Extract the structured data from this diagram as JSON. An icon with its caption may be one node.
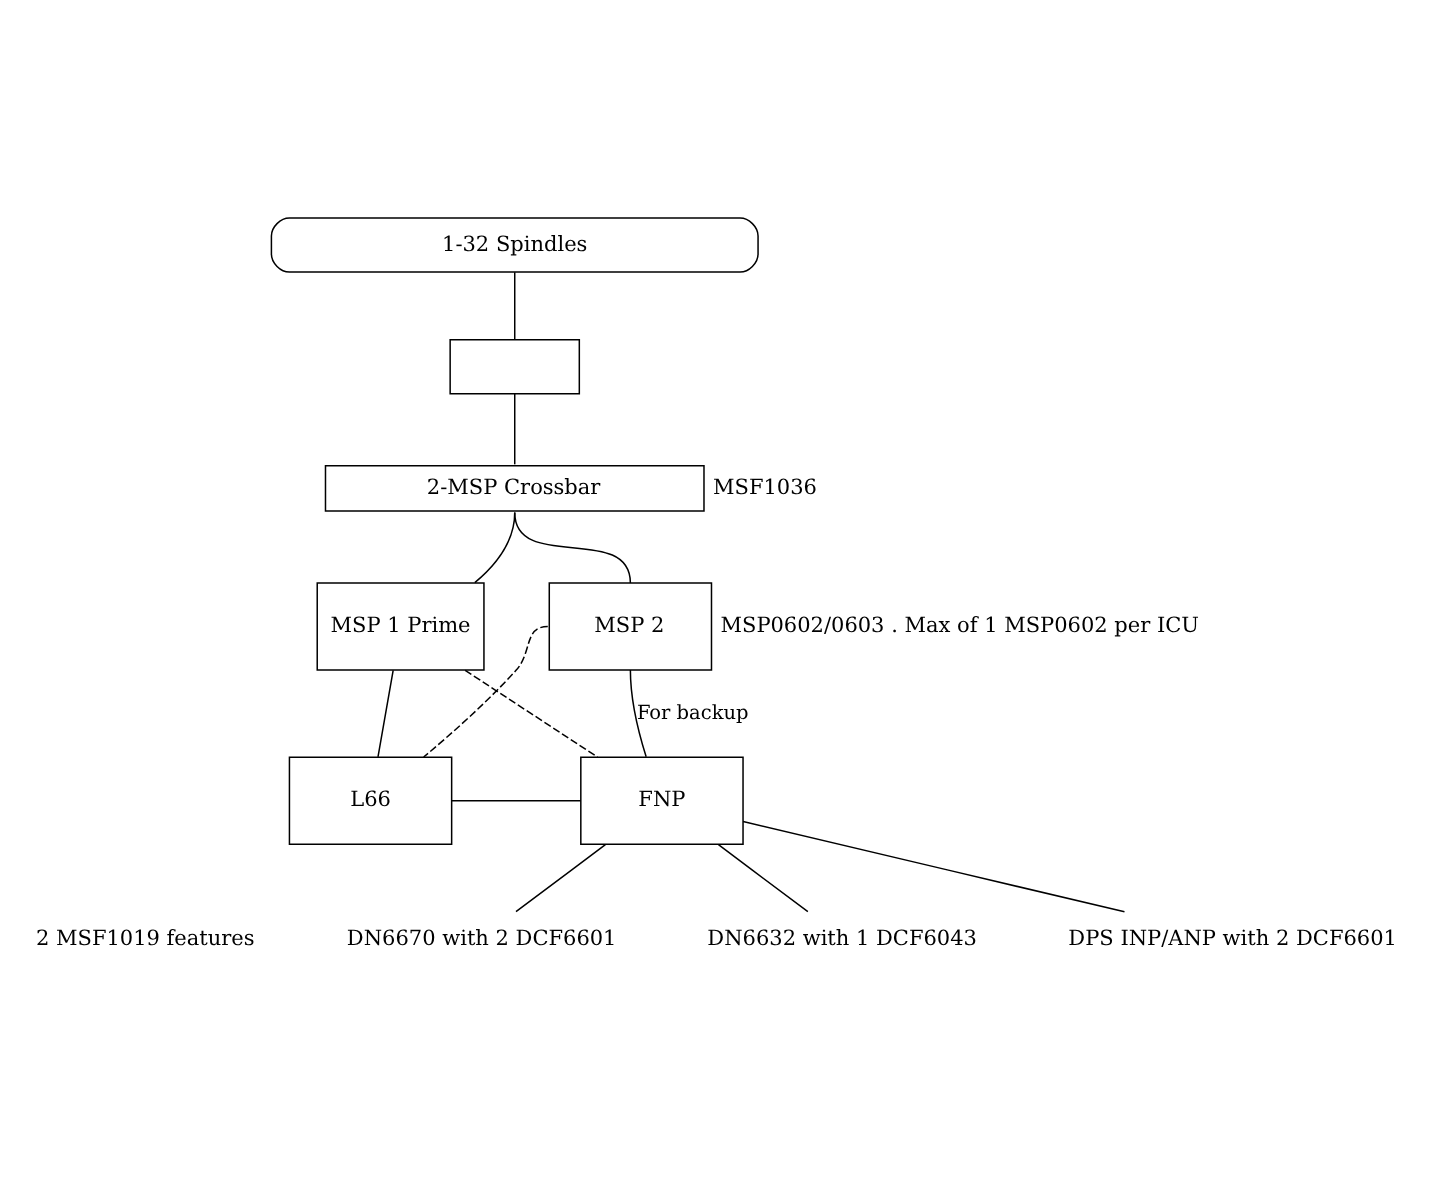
{
  "diagram": {
    "nodes": [
      {
        "text": [
          "1-32 Spindles"
        ]
      },
      {
        "text": [],
        "shape": "box"
      },
      {
        "text": [
          "2-MSP Crossbar"
        ],
        "beside": [
          "MSF1036"
        ]
      },
      {
        "text": [
          "MSP 1 Prime"
        ]
      },
      {
        "text": [
          "MSP 2"
        ],
        "beside": [
          "MSP0602/0603 . Max of 1 MSP0602 per ICU"
        ]
      },
      {
        "text": [
          "L66"
        ]
      },
      {
        "text": [
          "FNP"
        ]
      },
      {
        "text": [
          "DN6670 with 2 DCF6601"
        ]
      },
      {
        "text": [
          "DN6632 with 1 DCF6043"
        ]
      },
      {
        "text": [
          "DPS INP/ANP with 2 DCF6601"
        ]
      }
    ],
    "edges": [
      {
        "from": 0,
        "to": 1,
        "arrow": "none"
      },
      {
        "from": 1,
        "to": 2,
        "arrow": "none"
      },
      {
        "from": 2,
        "to": 3,
        "arrow": "none"
      },
      {
        "from": 2,
        "to": 4,
        "arrow": "none"
      },
      {
        "from": 3,
        "to": 5,
        "arrow": "none"
      },
      {
        "from": 3,
        "to": 6,
        "arrow": "none",
        "style": "dashed"
      },
      {
        "from": 4,
        "to": 5,
        "arrow": "none",
        "style": "dashed"
      },
      {
        "from": 4,
        "to": 6,
        "arrow": "none",
        "label": "For backup"
      },
      {
        "from": 5,
        "to": 6,
        "arrow": "none"
      },
      {
        "from": 6,
        "to": 7,
        "arrow": "none"
      },
      {
        "from": 6,
        "to": 8,
        "arrow": "none"
      },
      {
        "from": 6,
        "to": 9,
        "arrow": "none"
      }
    ],
    "labels": [
      "2 MSF1019 features"
    ]
  }
}
